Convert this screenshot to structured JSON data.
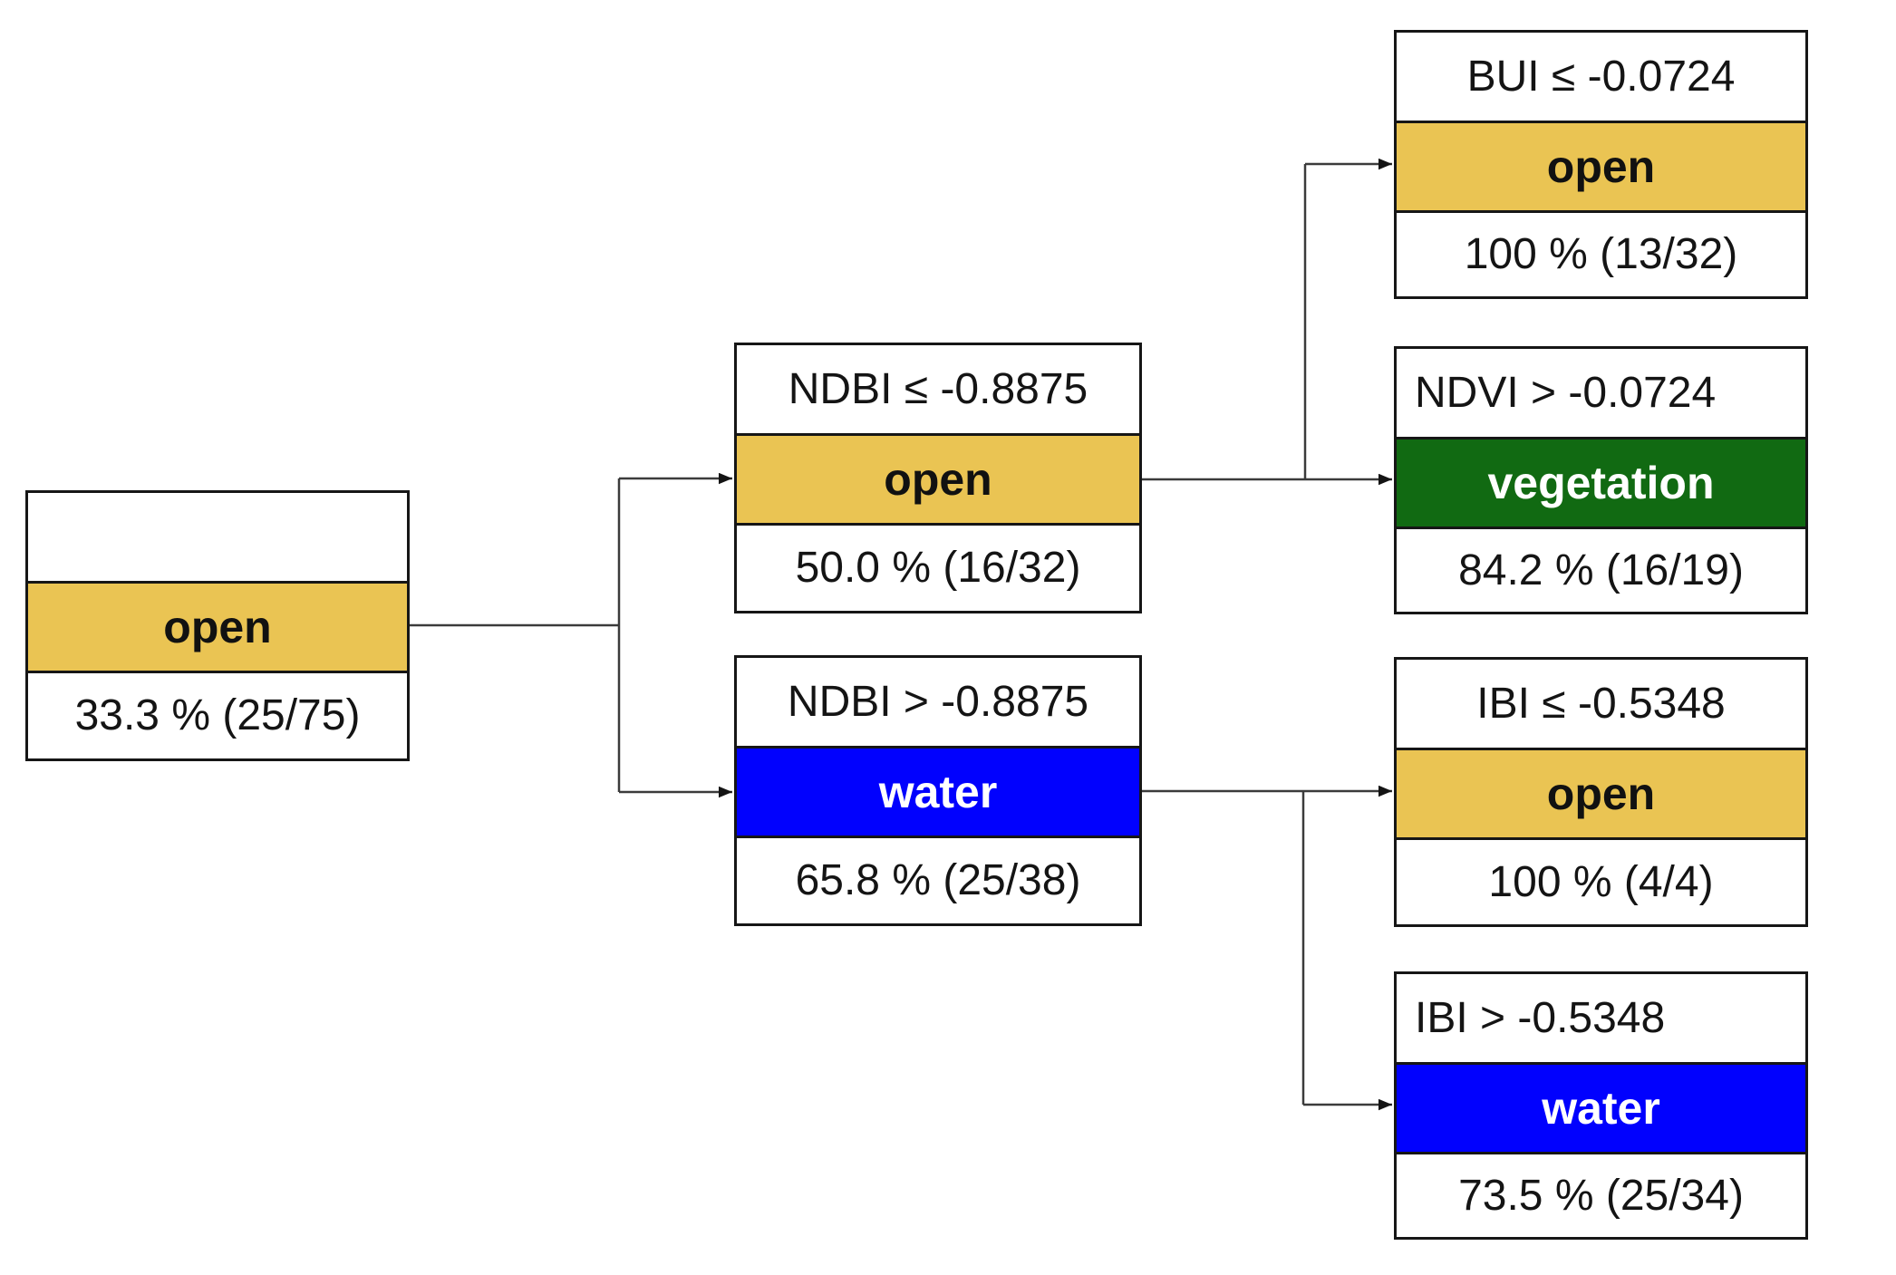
{
  "diagram": {
    "type": "decision-tree",
    "colors": {
      "open": "#EAC453",
      "water": "#0101FE",
      "vegetation": "#116A12",
      "border": "#161616",
      "connector": "#3B3B3B"
    },
    "nodes": {
      "root": {
        "condition": "",
        "label": "open",
        "stats": "33.3 % (25/75)"
      },
      "ndbi_le": {
        "condition": "NDBI ≤ -0.8875",
        "label": "open",
        "stats": "50.0 % (16/32)"
      },
      "ndbi_gt": {
        "condition": "NDBI > -0.8875",
        "label": "water",
        "stats": "65.8 % (25/38)"
      },
      "bui_le": {
        "condition": "BUI ≤ -0.0724",
        "label": "open",
        "stats": "100 % (13/32)"
      },
      "ndvi_gt": {
        "condition": "NDVI > -0.0724",
        "label": "vegetation",
        "stats": "84.2 % (16/19)"
      },
      "ibi_le": {
        "condition": "IBI ≤ -0.5348",
        "label": "open",
        "stats": "100 % (4/4)"
      },
      "ibi_gt": {
        "condition": "IBI > -0.5348",
        "label": "water",
        "stats": "73.5 % (25/34)"
      }
    },
    "edges": [
      {
        "from": "root",
        "to": "ndbi_le"
      },
      {
        "from": "root",
        "to": "ndbi_gt"
      },
      {
        "from": "ndbi_le",
        "to": "bui_le"
      },
      {
        "from": "ndbi_le",
        "to": "ndvi_gt"
      },
      {
        "from": "ndbi_gt",
        "to": "ibi_le"
      },
      {
        "from": "ndbi_gt",
        "to": "ibi_gt"
      }
    ]
  }
}
